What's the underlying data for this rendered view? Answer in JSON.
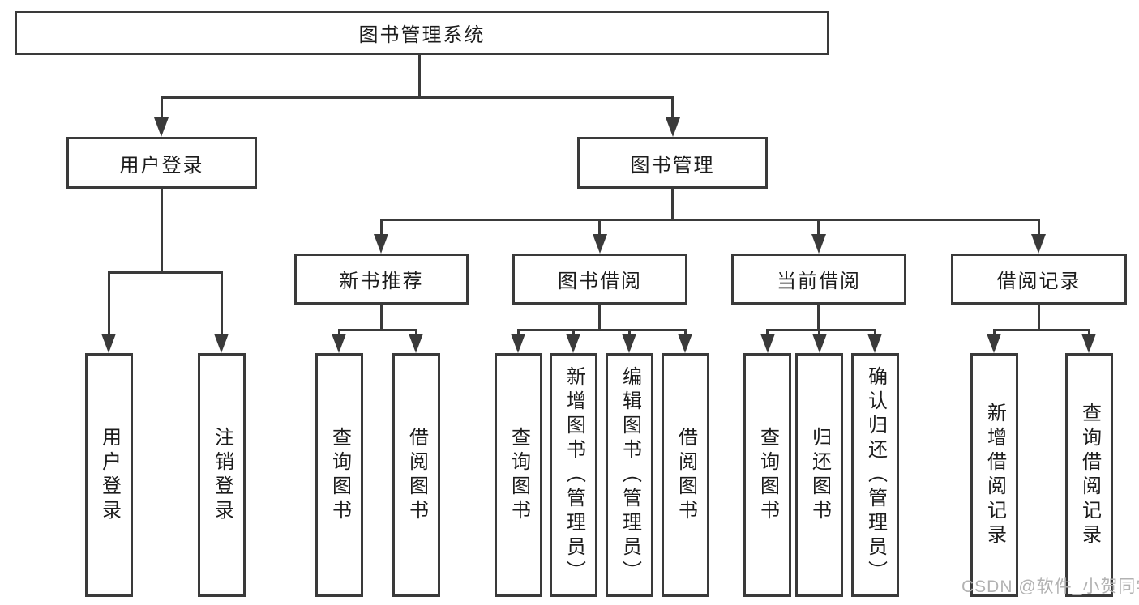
{
  "diagram": {
    "root_label": "图书管理系统",
    "user_login": {
      "label": "用户登录",
      "children": [
        {
          "label": "用户登录"
        },
        {
          "label": "注销登录"
        }
      ]
    },
    "book_management": {
      "label": "图书管理",
      "sections": [
        {
          "label": "新书推荐",
          "children": [
            {
              "label": "查询图书"
            },
            {
              "label": "借阅图书"
            }
          ]
        },
        {
          "label": "图书借阅",
          "children": [
            {
              "label": "查询图书"
            },
            {
              "label": "新增图书（管理员）"
            },
            {
              "label": "编辑图书（管理员）"
            },
            {
              "label": "借阅图书"
            }
          ]
        },
        {
          "label": "当前借阅",
          "children": [
            {
              "label": "查询图书"
            },
            {
              "label": "归还图书"
            },
            {
              "label": "确认归还（管理员）"
            }
          ]
        },
        {
          "label": "借阅记录",
          "children": [
            {
              "label": "新增借阅记录"
            },
            {
              "label": "查询借阅记录"
            }
          ]
        }
      ]
    },
    "watermark": "CSDN @软件_小贺同学",
    "colors": {
      "line": "#3a3a3a",
      "text": "#1c1c1c",
      "watermark": "#b2b2b2",
      "background": "#ffffff"
    }
  }
}
